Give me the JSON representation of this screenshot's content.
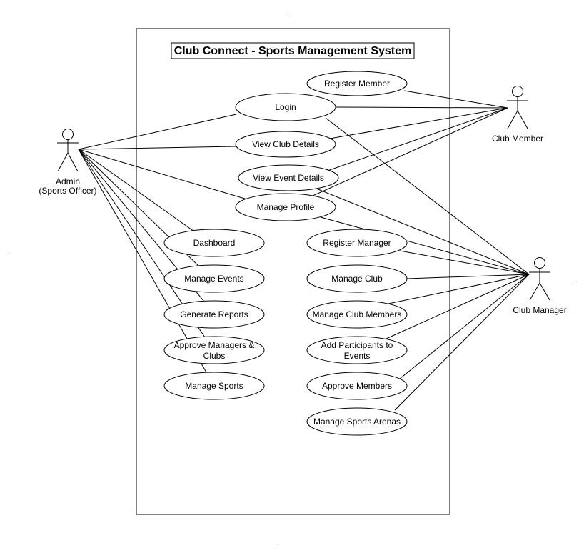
{
  "title": "Club Connect - Sports Management System",
  "actors": {
    "admin": {
      "lines": [
        "Admin",
        "(Sports Officer)"
      ]
    },
    "member": {
      "lines": [
        "Club Member"
      ]
    },
    "manager": {
      "lines": [
        "Club Manager"
      ]
    }
  },
  "use_cases": {
    "register_member": {
      "lines": [
        "Register Member"
      ]
    },
    "login": {
      "lines": [
        "Login"
      ]
    },
    "view_club_details": {
      "lines": [
        "View Club Details"
      ]
    },
    "view_event_details": {
      "lines": [
        "View Event Details"
      ]
    },
    "manage_profile": {
      "lines": [
        "Manage Profile"
      ]
    },
    "dashboard": {
      "lines": [
        "Dashboard"
      ]
    },
    "manage_events": {
      "lines": [
        "Manage Events"
      ]
    },
    "generate_reports": {
      "lines": [
        "Generate Reports"
      ]
    },
    "approve_managers_clubs": {
      "lines": [
        "Approve Managers &",
        "Clubs"
      ]
    },
    "manage_sports": {
      "lines": [
        "Manage Sports"
      ]
    },
    "register_manager": {
      "lines": [
        "Register Manager"
      ]
    },
    "manage_club": {
      "lines": [
        "Manage Club"
      ]
    },
    "manage_club_members": {
      "lines": [
        "Manage Club Members"
      ]
    },
    "add_participants": {
      "lines": [
        "Add Participants to",
        "Events"
      ]
    },
    "approve_members": {
      "lines": [
        "Approve Members"
      ]
    },
    "manage_sports_arenas": {
      "lines": [
        "Manage Sports Arenas"
      ]
    }
  },
  "associations": [
    [
      "admin",
      "login"
    ],
    [
      "admin",
      "view_club_details"
    ],
    [
      "admin",
      "manage_profile"
    ],
    [
      "admin",
      "dashboard"
    ],
    [
      "admin",
      "manage_events"
    ],
    [
      "admin",
      "generate_reports"
    ],
    [
      "admin",
      "approve_managers_clubs"
    ],
    [
      "admin",
      "manage_sports"
    ],
    [
      "member",
      "register_member"
    ],
    [
      "member",
      "login"
    ],
    [
      "member",
      "view_club_details"
    ],
    [
      "member",
      "view_event_details"
    ],
    [
      "member",
      "manage_profile"
    ],
    [
      "manager",
      "login"
    ],
    [
      "manager",
      "view_event_details"
    ],
    [
      "manager",
      "manage_profile"
    ],
    [
      "manager",
      "register_manager"
    ],
    [
      "manager",
      "manage_club"
    ],
    [
      "manager",
      "manage_club_members"
    ],
    [
      "manager",
      "add_participants"
    ],
    [
      "manager",
      "approve_members"
    ],
    [
      "manager",
      "manage_sports_arenas"
    ]
  ]
}
